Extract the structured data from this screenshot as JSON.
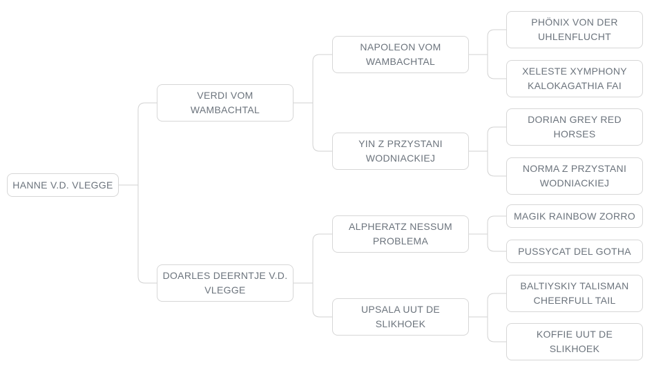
{
  "colors": {
    "box_border": "#d6d6d6",
    "connector_line": "#d2d2d2",
    "text": "#6b737c",
    "background": "#ffffff"
  },
  "tree": {
    "type": "pedigree-tree",
    "generations": 4,
    "nodes": [
      {
        "id": "hanne-vd-vlegge",
        "label": "HANNE V.D. VLEGGE",
        "lines": [
          "HANNE V.D. VLEGGE"
        ],
        "parent": null,
        "generation": 1
      },
      {
        "id": "verdi-vom-wambachtal",
        "label": "VERDI VOM WAMBACHTAL",
        "lines": [
          "VERDI VOM",
          "WAMBACHTAL"
        ],
        "parent": "hanne-vd-vlegge",
        "generation": 2
      },
      {
        "id": "doarles-deerntje-vd-vlegge",
        "label": "DOARLES DEERNTJE V.D. VLEGGE",
        "lines": [
          "DOARLES DEERNTJE V.D.",
          "VLEGGE"
        ],
        "parent": "hanne-vd-vlegge",
        "generation": 2
      },
      {
        "id": "napoleon-vom-wambachtal",
        "label": "NAPOLEON VOM WAMBACHTAL",
        "lines": [
          "NAPOLEON VOM",
          "WAMBACHTAL"
        ],
        "parent": "verdi-vom-wambachtal",
        "generation": 3
      },
      {
        "id": "yin-z-przystani-wodniackiej",
        "label": "YIN Z PRZYSTANI WODNIACKIEJ",
        "lines": [
          "YIN Z PRZYSTANI",
          "WODNIACKIEJ"
        ],
        "parent": "verdi-vom-wambachtal",
        "generation": 3
      },
      {
        "id": "alpheratz-nessum-problema",
        "label": "ALPHERATZ NESSUM PROBLEMA",
        "lines": [
          "ALPHERATZ NESSUM",
          "PROBLEMA"
        ],
        "parent": "doarles-deerntje-vd-vlegge",
        "generation": 3
      },
      {
        "id": "upsala-uut-de-slikhoek",
        "label": "UPSALA UUT DE SLIKHOEK",
        "lines": [
          "UPSALA UUT DE",
          "SLIKHOEK"
        ],
        "parent": "doarles-deerntje-vd-vlegge",
        "generation": 3
      },
      {
        "id": "phonix-von-der-uhlenflucht",
        "label": "PHÖNIX VON DER UHLENFLUCHT",
        "lines": [
          "PHÖNIX VON DER",
          "UHLENFLUCHT"
        ],
        "parent": "napoleon-vom-wambachtal",
        "generation": 4
      },
      {
        "id": "xeleste-xymphony-kalokagathia-fai",
        "label": "XELESTE XYMPHONY KALOKAGATHIA FAI",
        "lines": [
          "XELESTE XYMPHONY",
          "KALOKAGATHIA FAI"
        ],
        "parent": "napoleon-vom-wambachtal",
        "generation": 4
      },
      {
        "id": "dorian-grey-red-horses",
        "label": "DORIAN GREY RED HORSES",
        "lines": [
          "DORIAN GREY RED",
          "HORSES"
        ],
        "parent": "yin-z-przystani-wodniackiej",
        "generation": 4
      },
      {
        "id": "norma-z-przystani-wodniackiej",
        "label": "NORMA Z PRZYSTANI WODNIACKIEJ",
        "lines": [
          "NORMA Z PRZYSTANI",
          "WODNIACKIEJ"
        ],
        "parent": "yin-z-przystani-wodniackiej",
        "generation": 4
      },
      {
        "id": "magik-rainbow-zorro",
        "label": "MAGIK RAINBOW ZORRO",
        "lines": [
          "MAGIK RAINBOW ZORRO"
        ],
        "parent": "alpheratz-nessum-problema",
        "generation": 4
      },
      {
        "id": "pussycat-del-gotha",
        "label": "PUSSYCAT DEL GOTHA",
        "lines": [
          "PUSSYCAT DEL GOTHA"
        ],
        "parent": "alpheratz-nessum-problema",
        "generation": 4
      },
      {
        "id": "baltiyskiy-talisman-cheerfull-tail",
        "label": "BALTIYSKIY TALISMAN CHEERFULL TAIL",
        "lines": [
          "BALTIYSKIY TALISMAN",
          "CHEERFULL TAIL"
        ],
        "parent": "upsala-uut-de-slikhoek",
        "generation": 4
      },
      {
        "id": "koffie-uut-de-slikhoek",
        "label": "KOFFIE UUT DE SLIKHOEK",
        "lines": [
          "KOFFIE UUT DE",
          "SLIKHOEK"
        ],
        "parent": "upsala-uut-de-slikhoek",
        "generation": 4
      }
    ]
  }
}
